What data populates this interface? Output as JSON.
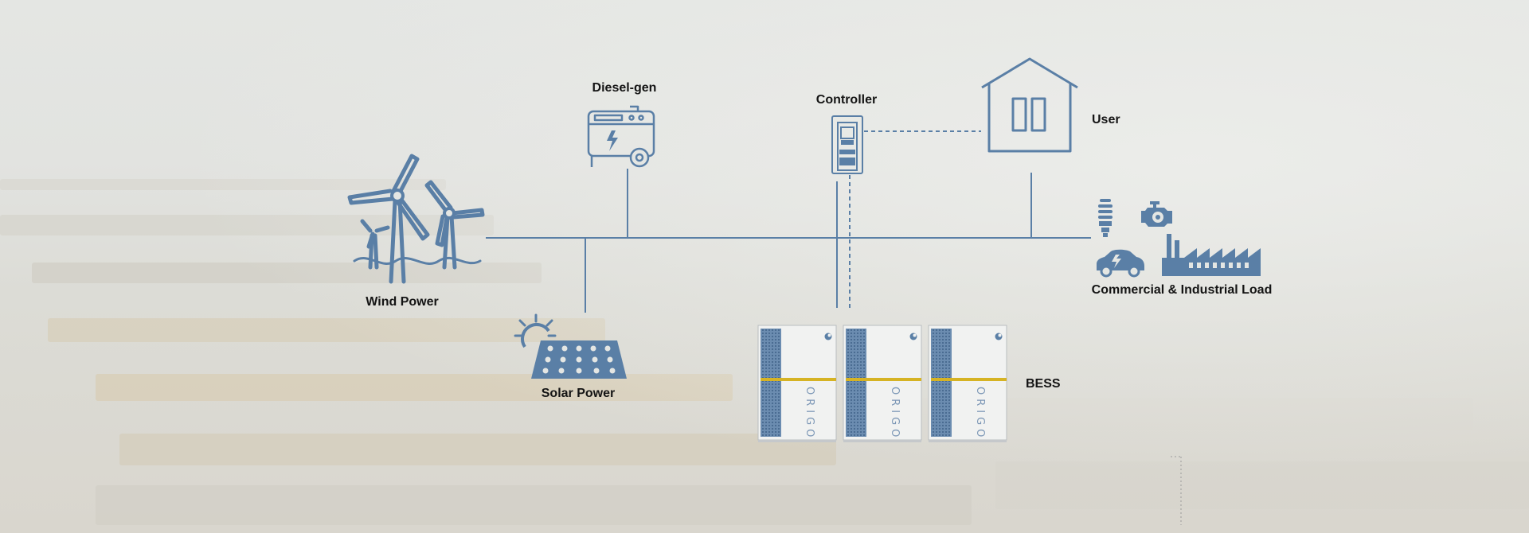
{
  "diagram": {
    "nodes": {
      "wind_power": "Wind Power",
      "diesel_gen": "Diesel-gen",
      "controller": "Controller",
      "user": "User",
      "solar_power": "Solar Power",
      "bess": "BESS",
      "ci_load": "Commercial & Industrial Load"
    },
    "battery_brand": "ORIGO",
    "colors": {
      "line": "#5a7fa6",
      "icon": "#5a7fa6",
      "accent_band": "#d6b324",
      "background": "#e4e6e3"
    }
  }
}
